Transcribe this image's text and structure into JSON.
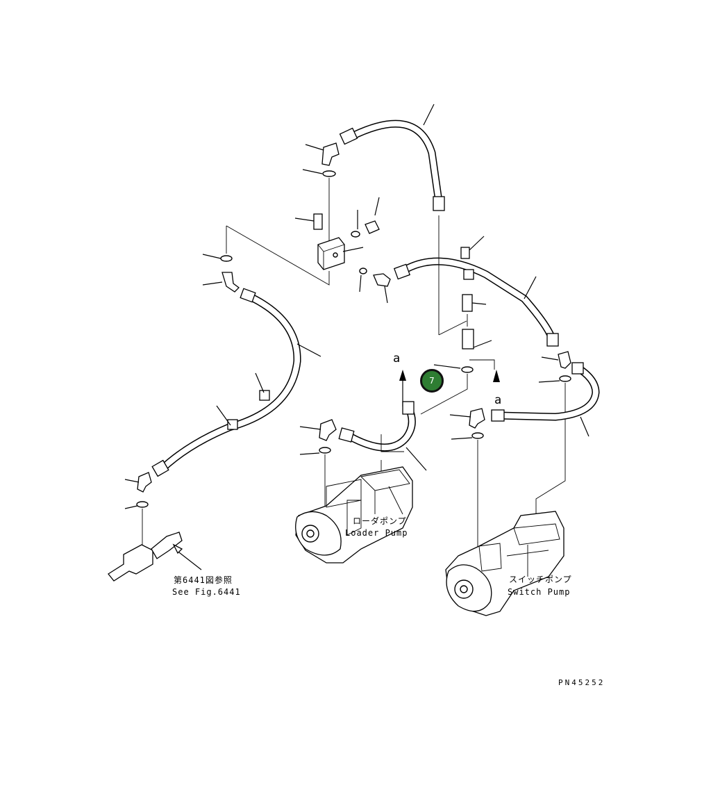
{
  "callouts": {
    "marker_a_left": "a",
    "marker_a_right": "a",
    "loader_pump_jp": "ローダポンプ",
    "loader_pump_en": "Loader Pump",
    "switch_pump_jp": "スイッチポンプ",
    "switch_pump_en": "Switch Pump",
    "see_fig_jp": "第6441図参照",
    "see_fig_en": "See Fig.6441",
    "figure_code": "PN45252"
  },
  "hotspot": {
    "label": "7",
    "color": "#2e7d32"
  }
}
